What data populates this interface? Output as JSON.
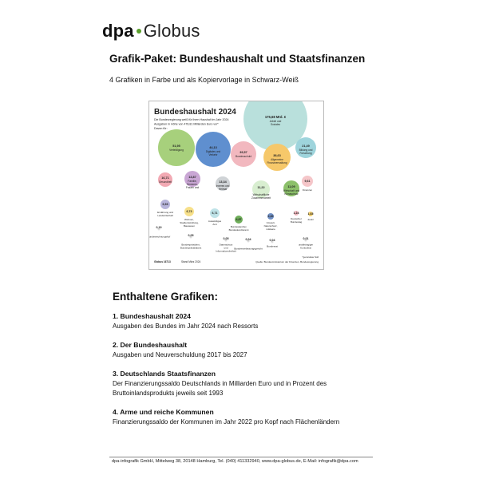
{
  "brand": {
    "dpa": "dpa",
    "globus": "Globus"
  },
  "title": "Grafik-Paket: Bundeshaushalt und Staatsfinanzen",
  "subtitle": "4 Grafiken in Farbe und als Kopiervorlage in Schwarz-Weiß",
  "thumbnail": {
    "heading": "Bundeshaushalt 2024",
    "intro": [
      "Die Bundesregierung weiß für ihren Haushalt im Jahr 2024",
      "Ausgaben in Höhe von 476,81 Milliarden Euro vor*",
      "Davon für:"
    ],
    "bubbles": [
      {
        "value": "175,68 Mrd. €",
        "label": "Arbeit und Soziales",
        "color": "#b9e0dc"
      },
      {
        "value": "51,95",
        "label": "Verteidigung",
        "color": "#a7d07c"
      },
      {
        "value": "44,13",
        "label": "Digitales und Verkehr",
        "color": "#5f8fcf"
      },
      {
        "value": "39,57",
        "label": "Bundesschuld",
        "color": "#f2b8bf"
      },
      {
        "value": "38,63",
        "label": "Allgemeine Finanzverwaltung",
        "color": "#f6c86a"
      },
      {
        "value": "21,49",
        "label": "Bildung und Forschung",
        "color": "#9ed4dc"
      },
      {
        "value": "16,71",
        "label": "Gesundheit",
        "color": "#f2a9b3"
      },
      {
        "value": "13,87",
        "label": "Familie, Senioren, Frauen und Jugend",
        "color": "#c9a6d4"
      },
      {
        "value": "13,34",
        "label": "Inneres und Heimat",
        "color": "#cfd3d6"
      },
      {
        "value": "11,22",
        "label": "Wirtschaftliche Zusammenarbeit und Entwicklung",
        "color": "#d8eed0"
      },
      {
        "value": "11,09",
        "label": "Wirtschaft und Klimaschutz",
        "color": "#8cc06a"
      },
      {
        "value": "9,61",
        "label": "Finanzen",
        "color": "#f5c6c9"
      },
      {
        "value": "6,93",
        "label": "Ernährung und Landwirtschaft",
        "color": "#b7b5db"
      },
      {
        "value": "6,73",
        "label": "Wohnen, Stadtentwicklung, Bauwesen",
        "color": "#f7e08a"
      },
      {
        "value": "6,71",
        "label": "Auswärtiges Amt",
        "color": "#bfe3e8"
      },
      {
        "value": "4,87",
        "label": "Bundeskanzler, Bundeskanzleramt",
        "color": "#6fae5a"
      },
      {
        "value": "2,40",
        "label": "Umwelt, Naturschutz, nukleare Sicherheit, Verbraucherschutz",
        "color": "#6f8fc4"
      },
      {
        "value": "1,24",
        "label": "Deutscher Bundestag",
        "color": "#f2b8bf"
      },
      {
        "value": "1,65",
        "label": "Justiz",
        "color": "#f6d26f"
      },
      {
        "value": "0,19",
        "label": "Bundesrechnungshof",
        "color": "#ddd"
      },
      {
        "value": "0,05",
        "label": "Bundespräsident, Bundespräsidialamt",
        "color": "#ddd"
      },
      {
        "value": "0,05",
        "label": "Datenschutz und Informationsfreiheit",
        "color": "#ddd"
      },
      {
        "value": "0,04",
        "label": "Bundesverfassungsgericht",
        "color": "#ddd"
      },
      {
        "value": "0,04",
        "label": "Bundesrat",
        "color": "#ddd"
      },
      {
        "value": "0,01",
        "label": "unabhängiger Kontrollrat",
        "color": "#ddd"
      }
    ],
    "footnote": "*gerundete Soll",
    "source": "Quelle: Bundesministerium der Finanzen, Bundesregierung",
    "code": "Globus 16713",
    "stand": "Stand März 2024"
  },
  "section_title": "Enthaltene Grafiken:",
  "items": [
    {
      "heading": "1. Bundeshaushalt 2024",
      "desc": "Ausgaben des Bundes im Jahr 2024 nach Ressorts"
    },
    {
      "heading": "2. Der Bundeshaushalt",
      "desc": "Ausgaben und Neuverschuldung 2017 bis 2027"
    },
    {
      "heading": "3. Deutschlands Staatsfinanzen",
      "desc": "Der Finanzierungssaldo Deutschlands in Milliarden Euro und in Prozent des Bruttoinlandsprodukts jeweils seit 1993"
    },
    {
      "heading": "4. Arme und reiche Kommunen",
      "desc": "Finanzierungssaldo der Kommunen im Jahr 2022 pro Kopf nach Flächenländern"
    }
  ],
  "footer": "dpa-infografik GmbH, Mittelweg 38, 20148 Hamburg, Tel. (040) 411332940, www.dpa-globus.de, E-Mail: infografik@dpa.com"
}
